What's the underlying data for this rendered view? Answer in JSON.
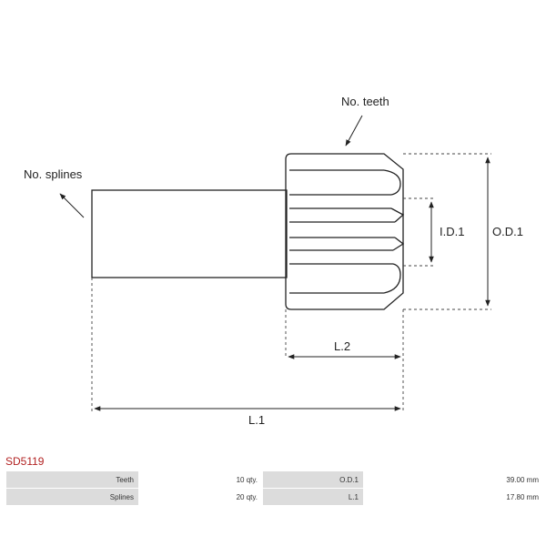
{
  "diagram": {
    "labels": {
      "teeth": "No. teeth",
      "splines": "No. splines",
      "id1": "I.D.1",
      "od1": "O.D.1",
      "l2": "L.2",
      "l1": "L.1"
    }
  },
  "part_code": "SD5119",
  "specs": [
    {
      "label1": "Teeth",
      "value1": "10 qty.",
      "label2": "O.D.1",
      "value2": "39.00 mm"
    },
    {
      "label1": "Splines",
      "value1": "20 qty.",
      "label2": "L.1",
      "value2": "17.80 mm"
    }
  ]
}
